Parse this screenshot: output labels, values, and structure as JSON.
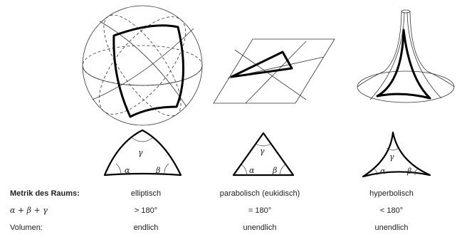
{
  "table": {
    "row_metric": {
      "label": "Metrik des Raums:",
      "values": [
        "elliptisch",
        "parabolisch (eukidisch)",
        "hyperbolisch"
      ]
    },
    "row_angles": {
      "label": "α + β + γ",
      "values": [
        "> 180°",
        "= 180°",
        "< 180°"
      ]
    },
    "row_volume": {
      "label": "Volumen:",
      "values": [
        "endlich",
        "unendlich",
        "unendlich"
      ]
    }
  },
  "diagram_labels": {
    "alpha": "α",
    "beta": "β",
    "gamma": "γ"
  }
}
